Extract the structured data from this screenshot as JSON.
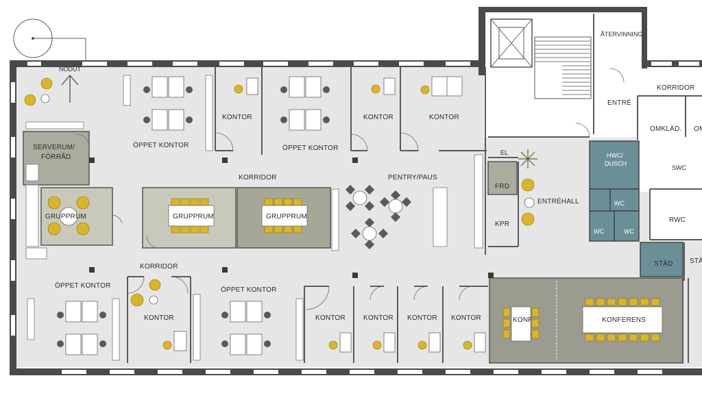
{
  "rooms": {
    "nodut": "NÖDUT",
    "serverum_line1": "SERVERUM/",
    "serverum_line2": "FÖRRÅD",
    "oppet_kontor_1": "ÖPPET KONTOR",
    "kontor_1": "KONTOR",
    "oppet_kontor_2": "ÖPPET KONTOR",
    "kontor_2": "KONTOR",
    "kontor_3": "KONTOR",
    "korridor_1": "KORRIDOR",
    "gruppRum_1": "GRUPPRUM",
    "gruppRum_2": "GRUPPRUM",
    "gruppRum_3": "GRUPPRUM",
    "pentry": "PENTRY/PAUS",
    "korridor_2": "KORRIDOR",
    "oppet_kontor_3": "ÖPPET KONTOR",
    "kontor_4": "KONTOR",
    "oppet_kontor_4": "ÖPPET KONTOR",
    "kontor_5": "KONTOR",
    "kontor_6": "KONTOR",
    "kontor_7": "KONTOR",
    "kontor_8": "KONTOR",
    "konf": "KONF",
    "konferens": "KONFERENS",
    "el": "EL",
    "frd": "FRD",
    "kpr": "KPR",
    "entrehall": "ENTRÉHALL",
    "atervinning": "ÅTERVINNING",
    "entre": "ENTRÉ",
    "korridor_3": "KORRIDOR",
    "omklad": "OMKLÄD.",
    "omklad_partial": "OM",
    "hwc_line1": "HWC/",
    "hwc_line2": "DUSCH",
    "wc_1": "WC",
    "wc_2": "WC",
    "wc_3": "WC",
    "swc": "SWC",
    "rwc": "RWC",
    "stad": "STÄD",
    "stad_partial": "STÄ"
  },
  "colors": {
    "wall": "#4a4a4a",
    "floor": "#e6e6e6",
    "server_room": "#a9ad9e",
    "group_room_light": "#c9c9bb",
    "group_room_dark": "#a6a797",
    "conference": "#9b9b90",
    "wet_room": "#6b8f96",
    "chair_yellow": "#d8b62a",
    "window": "#ffffff"
  }
}
